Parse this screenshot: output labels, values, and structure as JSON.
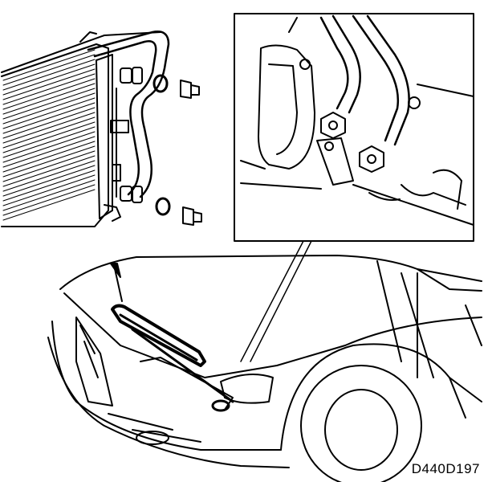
{
  "diagram": {
    "reference_code": "D440D197",
    "panels": [
      {
        "name": "radiator-oil-cooler-detail"
      },
      {
        "name": "pipe-bracket-detail"
      },
      {
        "name": "vehicle-front-overview"
      }
    ],
    "colors": {
      "ink": "#000000",
      "paper": "#ffffff"
    }
  }
}
